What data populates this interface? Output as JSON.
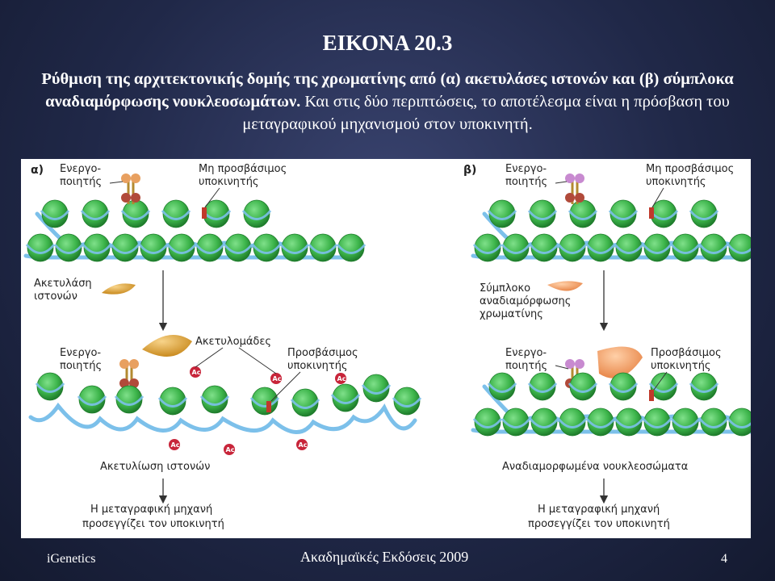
{
  "slide": {
    "title": "ΕΙΚΟΝΑ 20.3",
    "caption_bold": "Ρύθμιση της αρχιτεκτονικής δομής της χρωματίνης από (α) ακετυλάσες ιστονών και (β) σύμπλοκα αναδιαμόρφωσης νουκλεοσωμάτων.",
    "caption_rest": " Και στις δύο περιπτώσεις, το αποτέλεσμα είναι η πρόσβαση του μεταγραφικού μηχανισμού στον υποκινητή."
  },
  "diagram": {
    "panel_a": {
      "tag": "α)",
      "activator_top": [
        "Ενεργο-",
        "ποιητής"
      ],
      "inaccessible_promoter": [
        "Μη προσβάσιμος",
        "υποκινητής"
      ],
      "enzyme": [
        "Ακετυλάση",
        "ιστονών"
      ],
      "activator_bottom": [
        "Ενεργο-",
        "ποιητής"
      ],
      "acetyl_groups": "Ακετυλομάδες",
      "accessible_promoter": [
        "Προσβάσιμος",
        "υποκινητής"
      ],
      "acetyl_mark": "Ac",
      "result": "Ακετυλίωση ιστονών",
      "outcome": [
        "Η μεταγραφική μηχανή",
        "προσεγγίζει τον υποκινητή"
      ]
    },
    "panel_b": {
      "tag": "β)",
      "activator_top": [
        "Ενεργο-",
        "ποιητής"
      ],
      "inaccessible_promoter": [
        "Μη προσβάσιμος",
        "υποκινητής"
      ],
      "enzyme": [
        "Σύμπλοκο",
        "αναδιαμόρφωσης",
        "χρωματίνης"
      ],
      "activator_bottom": [
        "Ενεργο-",
        "ποιητής"
      ],
      "accessible_promoter": [
        "Προσβάσιμος",
        "υποκινητής"
      ],
      "result": "Αναδιαμορφωμένα νουκλεοσώματα",
      "outcome": [
        "Η μεταγραφική μηχανή",
        "προσεγγίζει τον υποκινητή"
      ]
    },
    "colors": {
      "nucleosome": "#3cb44a",
      "dna": "#7cc0ea",
      "promoter": "#c0392b",
      "acetylase": "#e0a43a",
      "remodeler": "#f0a26a",
      "activator_a": "#e8a060",
      "activator_b": "#c88ad0"
    }
  },
  "footer": {
    "left": "iGenetics",
    "center": "Ακαδημαϊκές Εκδόσεις 2009",
    "page": "4"
  }
}
